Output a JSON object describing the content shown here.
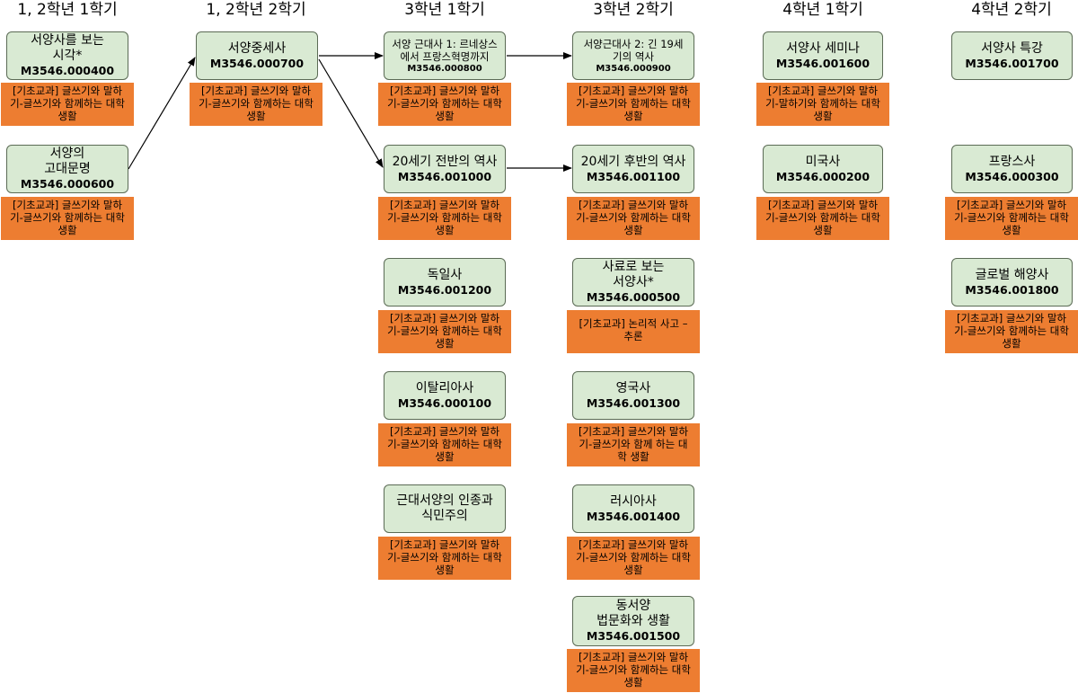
{
  "headers": [
    "1, 2학년 1학기",
    "1, 2학년 2학기",
    "3학년 1학기",
    "3학년 2학기",
    "4학년 1학기",
    "4학년 2학기"
  ],
  "courses": {
    "west_view": {
      "title": "서양사를 보는\n시각*",
      "code": "M3546.000400",
      "req": "[기초교과] 글쓰기와 말하\n기-글쓰기와 함께하는 대학\n생활"
    },
    "ancient": {
      "title": "서양의\n고대문명",
      "code": "M3546.000600",
      "req": "[기초교과] 글쓰기와 말하\n기-글쓰기와 함께하는 대학\n생활"
    },
    "medieval": {
      "title": "서양중세사",
      "code": "M3546.000700",
      "req": "[기초교과] 글쓰기와 말하\n기-글쓰기와 함께하는 대학\n생활"
    },
    "modern1": {
      "title": "서양 근대사 1: 르네상스\n에서 프랑스혁명까지",
      "code": "M3546.000800",
      "req": "[기초교과] 글쓰기와 말하\n기-글쓰기와 함께하는 대학\n생활"
    },
    "c20a": {
      "title": "20세기 전반의 역사",
      "code": "M3546.001000",
      "req": "[기초교과] 글쓰기와 말하\n기-글쓰기와 함께하는 대학\n생활"
    },
    "germany": {
      "title": "독일사",
      "code": "M3546.001200",
      "req": "[기초교과] 글쓰기와 말하\n기-글쓰기와 함께하는 대학\n생활"
    },
    "italy": {
      "title": "이탈리아사",
      "code": "M3546.000100",
      "req": "[기초교과] 글쓰기와 말하\n기-글쓰기와 함께하는 대학\n생활"
    },
    "racism": {
      "title": "근대서양의 인종과\n식민주의",
      "code": "",
      "req": "[기초교과] 글쓰기와 말하\n기-글쓰기와 함께하는 대학\n생활"
    },
    "modern2": {
      "title": "서양근대사 2: 긴 19세\n기의 역사",
      "code": "M3546.000900",
      "req": "[기초교과] 글쓰기와 말하\n기-글쓰기와 함께하는 대학\n생활"
    },
    "c20b": {
      "title": "20세기 후반의 역사",
      "code": "M3546.001100",
      "req": "[기초교과] 글쓰기와 말하\n기-글쓰기와 함께하는 대학\n생활"
    },
    "sources": {
      "title": "사료로 보는\n서양사*",
      "code": "M3546.000500",
      "req": "[기초교과] 논리적 사고 –\n추론"
    },
    "england": {
      "title": "영국사",
      "code": "M3546.001300",
      "req": "[기초교과] 글쓰기와 말하\n기-글쓰기와 함께 하는 대\n학 생활"
    },
    "russia": {
      "title": "러시아사",
      "code": "M3546.001400",
      "req": "[기초교과] 글쓰기와 말하\n기-글쓰기와 함께하는 대학\n생활"
    },
    "law": {
      "title": "동서양\n법문화와 생활",
      "code": "M3546.001500",
      "req": "[기초교과] 글쓰기와 말하\n기-글쓰기와 함께하는 대학\n생활"
    },
    "seminar": {
      "title": "서양사 세미나",
      "code": "M3546.001600",
      "req": "[기초교과] 글쓰기와 말하\n기-말하기와 함께하는 대학\n생활"
    },
    "usa": {
      "title": "미국사",
      "code": "M3546.000200",
      "req": "[기초교과] 글쓰기와 말하\n기-글쓰기와 함께하는 대학\n생활"
    },
    "special": {
      "title": "서양사 특강",
      "code": "M3546.001700",
      "req": ""
    },
    "france": {
      "title": "프랑스사",
      "code": "M3546.000300",
      "req": "[기초교과] 글쓰기와 말하\n기-글쓰기와 함께하는 대학\n생활"
    },
    "maritime": {
      "title": "글로벌 해양사",
      "code": "M3546.001800",
      "req": "[기초교과] 글쓰기와 말하\n기-글쓰기와 함께하는 대학\n생활"
    }
  },
  "colors": {
    "course_fill": "#d9ead3",
    "prereq_fill": "#ed7d31",
    "arrow": "#000000"
  }
}
